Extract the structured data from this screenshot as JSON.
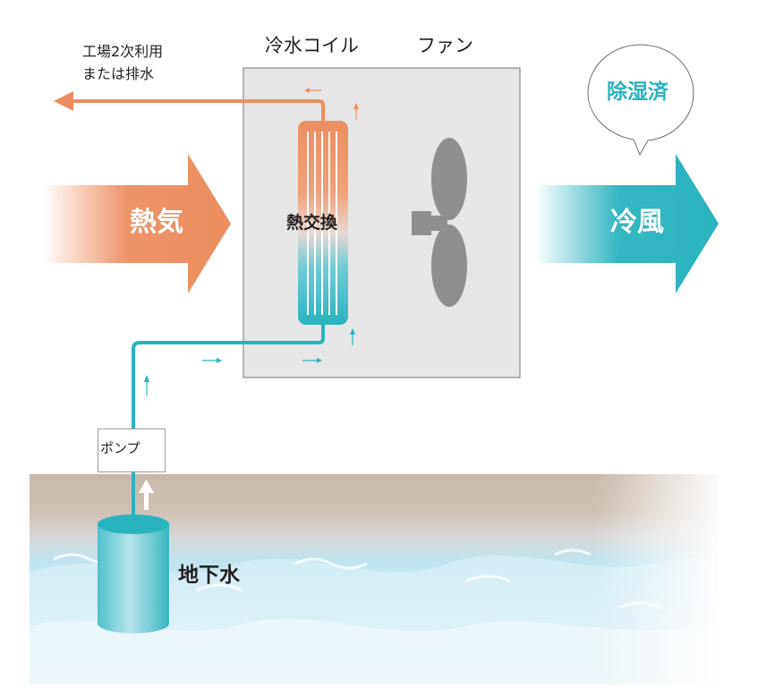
{
  "labels": {
    "coil": "冷水コイル",
    "fan": "ファン",
    "reuse_line1": "工場2次利用",
    "reuse_line2": "または排水",
    "hot_air": "熱気",
    "cool_air": "冷風",
    "heat_exchange": "熱交換",
    "dehumidified": "除湿済",
    "pump": "ポンプ",
    "groundwater": "地下水"
  },
  "colors": {
    "hot": "#ec8e5f",
    "cool": "#2ab3bf",
    "unit_bg": "#e6e6e6",
    "fan": "#8e8e8e"
  }
}
